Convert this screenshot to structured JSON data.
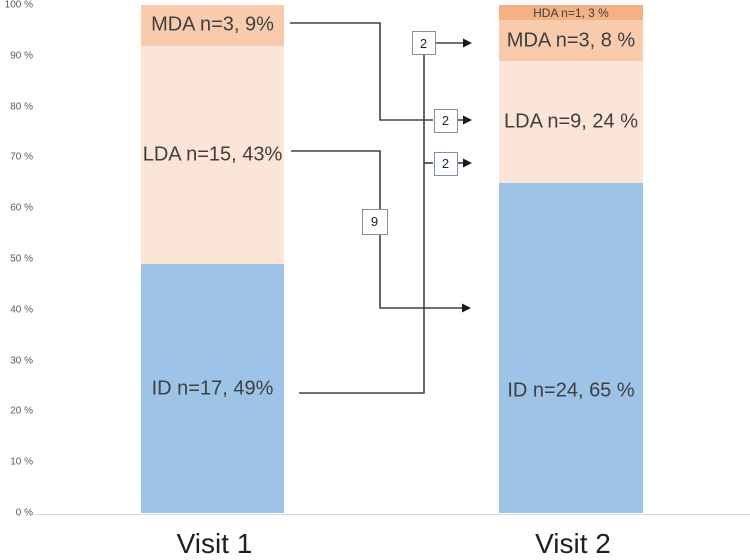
{
  "chart_data": {
    "type": "bar",
    "subtype": "stacked-transition-flow",
    "title": "",
    "xlabel": "",
    "ylabel": "",
    "ylim": [
      0,
      100
    ],
    "grid": "baseline-only",
    "legend": "none (segments labeled inline)",
    "y_ticks": [
      "100 %",
      "90 %",
      "80 %",
      "70 %",
      "60 %",
      "50 %",
      "40 %",
      "30 %",
      "20 %",
      "10 %",
      "0 %"
    ],
    "y_tick_values": [
      100,
      90,
      80,
      70,
      60,
      50,
      40,
      30,
      20,
      10,
      0
    ],
    "categories": [
      "Visit 1",
      "Visit 2"
    ],
    "bars": [
      {
        "category": "Visit 1",
        "segments": [
          {
            "name": "ID",
            "label": "ID n=17, 49%",
            "n": 17,
            "pct": 49,
            "render_pct": 49,
            "color": "#9dc3e6"
          },
          {
            "name": "LDA",
            "label": "LDA n=15, 43%",
            "n": 15,
            "pct": 43,
            "render_pct": 43,
            "color": "#fbe5d6"
          },
          {
            "name": "MDA",
            "label": "MDA n=3, 9%",
            "n": 3,
            "pct": 9,
            "render_pct": 8,
            "color": "#f8cbad"
          }
        ]
      },
      {
        "category": "Visit 2",
        "segments": [
          {
            "name": "ID",
            "label": "ID n=24, 65 %",
            "n": 24,
            "pct": 65,
            "render_pct": 65,
            "color": "#9dc3e6",
            "label_at_pct": 24
          },
          {
            "name": "LDA",
            "label": "LDA n=9, 24 %",
            "n": 9,
            "pct": 24,
            "render_pct": 24,
            "color": "#fbe5d6"
          },
          {
            "name": "MDA",
            "label": "MDA n=3, 8 %",
            "n": 3,
            "pct": 8,
            "render_pct": 8,
            "color": "#f8cbad"
          },
          {
            "name": "HDA",
            "label": "HDA n=1, 3 %",
            "n": 1,
            "pct": 3,
            "render_pct": 3,
            "color": "#f4b183",
            "small_label": true
          }
        ]
      }
    ],
    "flows": [
      {
        "n": "2",
        "from": "ID (Visit 1)",
        "to": "MDA (Visit 2)"
      },
      {
        "n": "2",
        "from": "MDA (Visit 1)",
        "to": "LDA (Visit 2)"
      },
      {
        "n": "2",
        "from": "ID (Visit 1)",
        "to": "LDA (Visit 2)"
      },
      {
        "n": "9",
        "from": "LDA (Visit 1)",
        "to": "ID (Visit 2)"
      }
    ],
    "colors": {
      "id_blue": "#9dc3e6",
      "lda_peach": "#fbe5d6",
      "mda_orange": "#f8cbad",
      "hda_dark_orange": "#f4b183",
      "connector_line": "#404040",
      "flow_box_border": "#7d90a9",
      "axis_tick_text": "#595959",
      "segment_text": "#3f3f3f",
      "baseline_gray": "#d9d9d9"
    }
  }
}
